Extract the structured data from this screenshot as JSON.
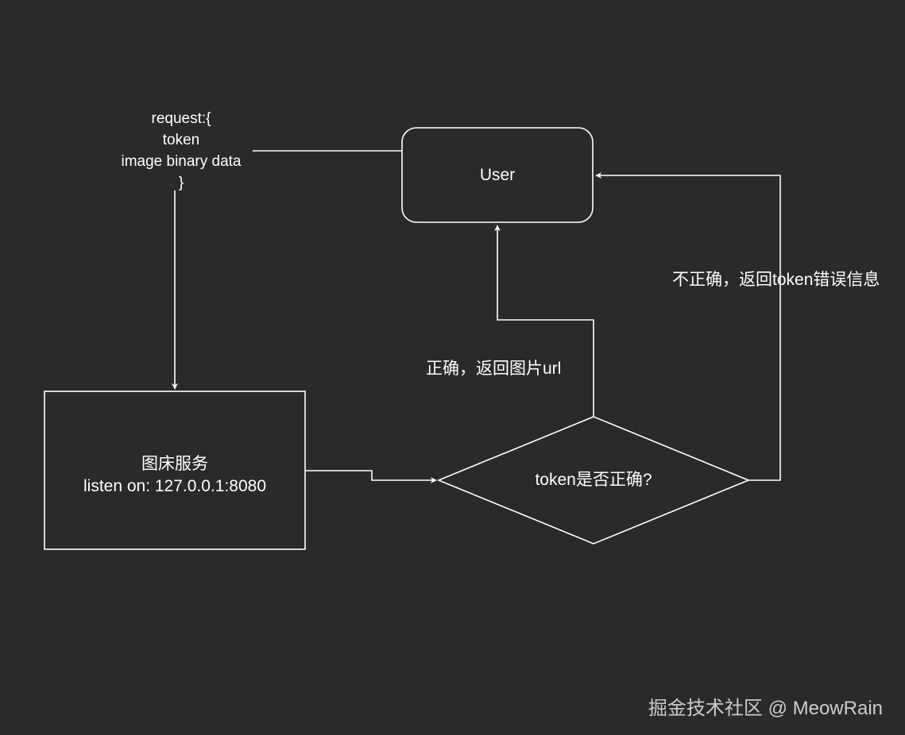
{
  "request_label": {
    "lines": [
      "request:{",
      "token",
      "image binary data",
      "}"
    ]
  },
  "nodes": {
    "user": {
      "label": "User"
    },
    "service": {
      "line1": "图床服务",
      "line2": "listen on: 127.0.0.1:8080"
    },
    "decision": {
      "label": "token是否正确?"
    }
  },
  "edges": {
    "correct_label": "正确，返回图片url",
    "incorrect_label": "不正确，返回token错误信息"
  },
  "watermark": "掘金技术社区 @ MeowRain",
  "colors": {
    "background": "#2a2a2a",
    "stroke": "#ffffff",
    "text": "#ffffff"
  }
}
